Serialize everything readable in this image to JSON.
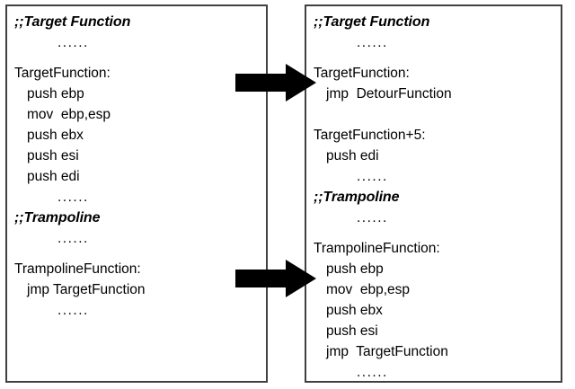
{
  "diagram": {
    "title": "Detour / Trampoline hooking before and after",
    "colors": {
      "background": "#ffffff",
      "panel_border": "#404040",
      "text": "#000000",
      "arrow": "#000000"
    },
    "ellipsis": "......"
  },
  "panel_before": {
    "name": "before-hook-code",
    "lines": [
      {
        "kind": "header",
        "text": ";;Target Function"
      },
      {
        "kind": "dots",
        "text": "......"
      },
      {
        "kind": "blank",
        "text": ""
      },
      {
        "kind": "label",
        "text": "TargetFunction:"
      },
      {
        "kind": "instr",
        "text": "push ebp"
      },
      {
        "kind": "instr",
        "text": "mov  ebp,esp"
      },
      {
        "kind": "instr",
        "text": "push ebx"
      },
      {
        "kind": "instr",
        "text": "push esi"
      },
      {
        "kind": "instr",
        "text": "push edi"
      },
      {
        "kind": "dots",
        "text": "......"
      },
      {
        "kind": "header",
        "text": ";;Trampoline"
      },
      {
        "kind": "dots",
        "text": "......"
      },
      {
        "kind": "blank",
        "text": ""
      },
      {
        "kind": "label",
        "text": "TrampolineFunction:"
      },
      {
        "kind": "instr",
        "text": "jmp TargetFunction"
      },
      {
        "kind": "dots",
        "text": "......"
      }
    ]
  },
  "panel_after": {
    "name": "after-hook-code",
    "lines": [
      {
        "kind": "header",
        "text": ";;Target Function"
      },
      {
        "kind": "dots",
        "text": "......"
      },
      {
        "kind": "blank",
        "text": ""
      },
      {
        "kind": "label",
        "text": "TargetFunction:"
      },
      {
        "kind": "instr",
        "text": "jmp  DetourFunction"
      },
      {
        "kind": "blank-full",
        "text": ""
      },
      {
        "kind": "label",
        "text": "TargetFunction+5:"
      },
      {
        "kind": "instr",
        "text": "push edi"
      },
      {
        "kind": "dots",
        "text": "......"
      },
      {
        "kind": "header",
        "text": ";;Trampoline"
      },
      {
        "kind": "dots",
        "text": "......"
      },
      {
        "kind": "blank",
        "text": ""
      },
      {
        "kind": "label",
        "text": "TrampolineFunction:"
      },
      {
        "kind": "instr",
        "text": "push ebp"
      },
      {
        "kind": "instr",
        "text": "mov  ebp,esp"
      },
      {
        "kind": "instr",
        "text": "push ebx"
      },
      {
        "kind": "instr",
        "text": "push esi"
      },
      {
        "kind": "instr",
        "text": "jmp  TargetFunction"
      },
      {
        "kind": "dots",
        "text": "......"
      }
    ]
  },
  "arrows": [
    {
      "name": "arrow-top",
      "direction": "right"
    },
    {
      "name": "arrow-bottom",
      "direction": "right"
    }
  ]
}
